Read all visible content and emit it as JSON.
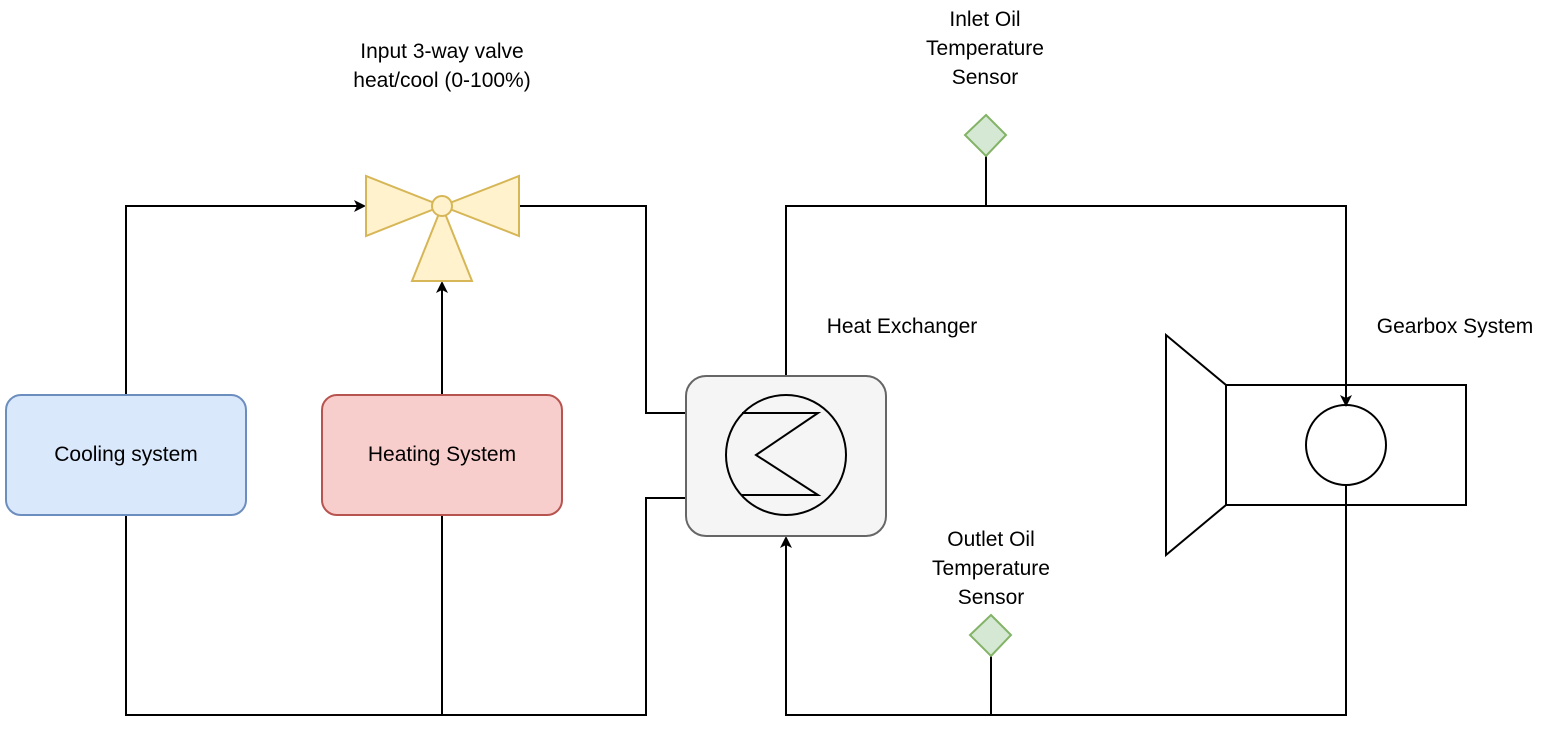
{
  "diagram": {
    "valve_label": "Input 3-way valve\nheat/cool (0-100%)",
    "inlet_sensor_label": "Inlet Oil\nTemperature\nSensor",
    "outlet_sensor_label": "Outlet Oil\nTemperature\nSensor",
    "heat_exchanger_label": "Heat Exchanger",
    "gearbox_label": "Gearbox System",
    "cooling_label": "Cooling system",
    "heating_label": "Heating System"
  },
  "colors": {
    "cooling_fill": "#dae8fc",
    "cooling_stroke": "#6c8ebf",
    "heating_fill": "#f8cecc",
    "heating_stroke": "#b85450",
    "valve_fill": "#fff2cc",
    "valve_stroke": "#d6b656",
    "sensor_fill": "#d5e8d4",
    "sensor_stroke": "#82b366",
    "exchanger_fill": "#f5f5f5",
    "exchanger_stroke": "#666666"
  }
}
